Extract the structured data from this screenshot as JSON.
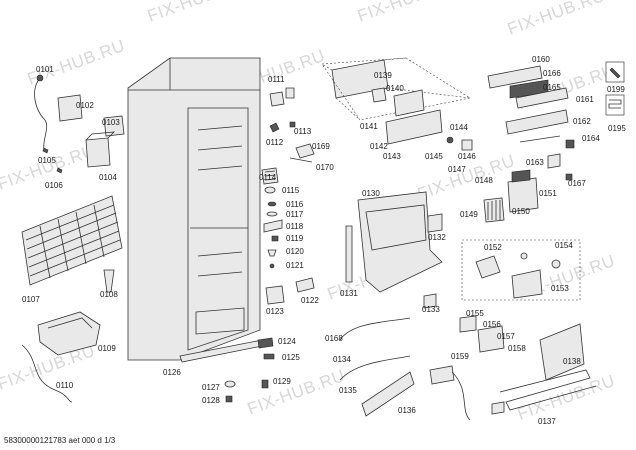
{
  "watermark": "FIX-HUB.RU",
  "footer": "58300000121783 aet 000 d 1/3",
  "labels": [
    "0101",
    "0102",
    "0103",
    "0104",
    "0105",
    "0106",
    "0107",
    "0108",
    "0109",
    "0110",
    "0111",
    "0112",
    "0113",
    "0114",
    "0115",
    "0116",
    "0117",
    "0118",
    "0119",
    "0120",
    "0121",
    "0122",
    "0123",
    "0124",
    "0125",
    "0126",
    "0127",
    "0128",
    "0129",
    "0130",
    "0131",
    "0132",
    "0133",
    "0134",
    "0135",
    "0136",
    "0137",
    "0138",
    "0139",
    "0140",
    "0141",
    "0142",
    "0143",
    "0144",
    "0145",
    "0146",
    "0147",
    "0148",
    "0149",
    "0150",
    "0151",
    "0152",
    "0153",
    "0154",
    "0155",
    "0156",
    "0157",
    "0158",
    "0159",
    "0160",
    "0161",
    "0162",
    "0163",
    "0164",
    "0165",
    "0166",
    "0167",
    "0168",
    "0169",
    "0170",
    "0195",
    "0199"
  ]
}
